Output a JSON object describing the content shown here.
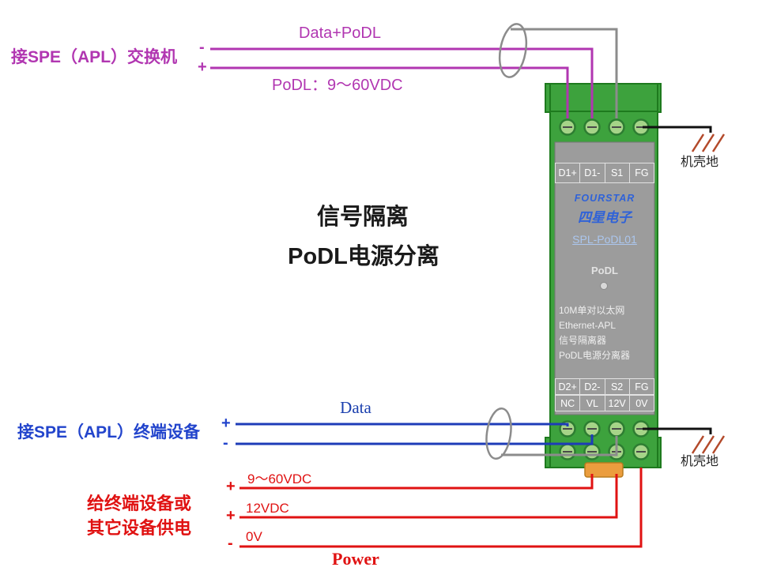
{
  "colors": {
    "magenta": "#b136b1",
    "blue": "#2244cc",
    "wire-blue": "#1e3cb8",
    "data-blue": "#1a3fae",
    "red": "#e01212",
    "wire-gray": "#8c8c8c",
    "wire-black": "#111111",
    "module-green": "#3da23d",
    "module-green-dark": "#1e7a1e",
    "face-gray": "#9c9c9c",
    "screw": "#a6d488",
    "screw-ring": "#2e7d32",
    "brand-blue": "#2f62d8",
    "model-blue": "#abc6ee",
    "ground-hatch": "#b34a2b",
    "clip-orange": "#eb9d3e",
    "title-black": "#1a1a1a"
  },
  "top": {
    "switch_label": "接SPE（APL）交换机",
    "minus": "-",
    "plus": "+",
    "cable_label": "Data+PoDL",
    "podl_voltage": "PoDL：9～60VDC"
  },
  "center": {
    "title_line1": "信号隔离",
    "title_line2": "PoDL电源分离"
  },
  "module": {
    "brand": "FOURSTAR",
    "brand_cn": "四星电子",
    "model": "SPL-PoDL01",
    "podl_label": "PoDL",
    "desc_lines": [
      "10M单对以太网",
      "Ethernet-APL",
      "信号隔离器",
      "PoDL电源分离器"
    ],
    "top_terminals": [
      "D1+",
      "D1-",
      "S1",
      "FG"
    ],
    "bottom_terminals_row1": [
      "D2+",
      "D2-",
      "S2",
      "FG"
    ],
    "bottom_terminals_row2": [
      "NC",
      "VL",
      "12V",
      "0V"
    ]
  },
  "bottom": {
    "device_label": "接SPE（APL）终端设备",
    "plus": "+",
    "minus": "-",
    "cable_label": "Data",
    "supply_line1": "给终端设备或",
    "supply_line2": "其它设备供电",
    "plus1": "+",
    "plus2": "+",
    "minus2": "-",
    "wire_labels": {
      "vin": "9～60VDC",
      "v12": "12VDC",
      "v0": "0V"
    },
    "power_label": "Power"
  },
  "ground": {
    "top_label": "机壳地",
    "bottom_label": "机壳地"
  }
}
